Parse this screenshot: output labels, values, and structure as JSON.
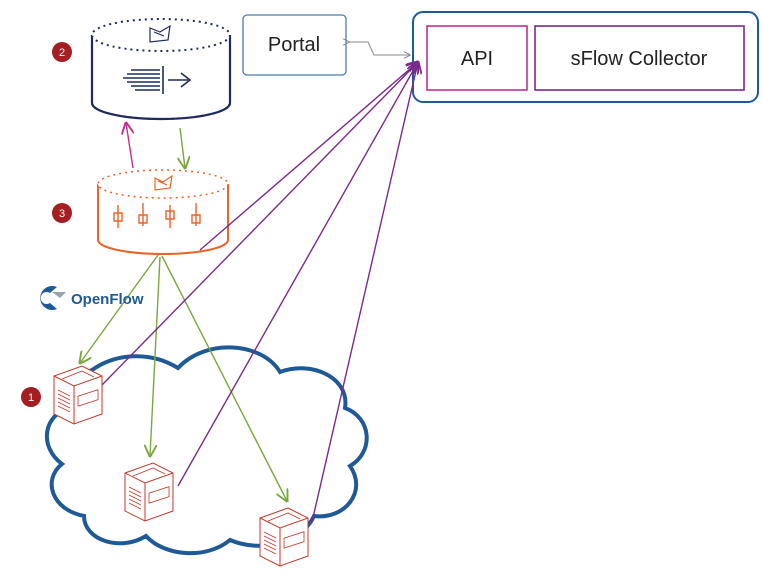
{
  "colors": {
    "navy": "#1f2a5e",
    "orange": "#e8642a",
    "magenta": "#c2308f",
    "purple": "#7a2a8a",
    "green": "#7aa640",
    "cloud": "#1f5a96",
    "portal_border": "#4a7bb0",
    "badge": "#a41e22",
    "switch": "#c0392b",
    "grey_link": "#888888"
  },
  "portal": {
    "label": "Portal"
  },
  "api": {
    "label": "API"
  },
  "collector": {
    "label": "sFlow Collector"
  },
  "badges": {
    "controller": "2",
    "app": "3",
    "switches": "1"
  },
  "openflow": {
    "label": "OpenFlow"
  },
  "icons": {
    "controller": "controller-cylinder-icon",
    "app": "app-cylinder-icon",
    "switch": "network-switch-icon",
    "openflow": "openflow-logo-icon"
  }
}
